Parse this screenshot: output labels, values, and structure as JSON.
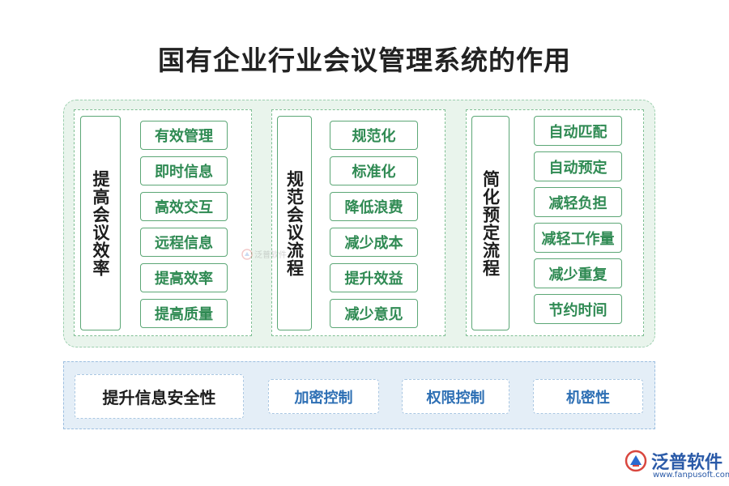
{
  "title": "国有企业行业会议管理系统的作用",
  "groups": [
    {
      "label": "提高会议效率",
      "items": [
        "有效管理",
        "即时信息",
        "高效交互",
        "远程信息",
        "提高效率",
        "提高质量"
      ]
    },
    {
      "label": "规范会议流程",
      "items": [
        "规范化",
        "标准化",
        "降低浪费",
        "减少成本",
        "提升效益",
        "减少意见"
      ]
    },
    {
      "label": "简化预定流程",
      "items": [
        "自动匹配",
        "自动预定",
        "减轻负担",
        "减轻工作量",
        "减少重复",
        "节约时间"
      ]
    }
  ],
  "security": {
    "main": "提升信息安全性",
    "items": [
      "加密控制",
      "权限控制",
      "机密性"
    ]
  },
  "brand": {
    "name": "泛普软件",
    "url": "www.fanpusoft.com",
    "watermark": "泛普软件"
  }
}
